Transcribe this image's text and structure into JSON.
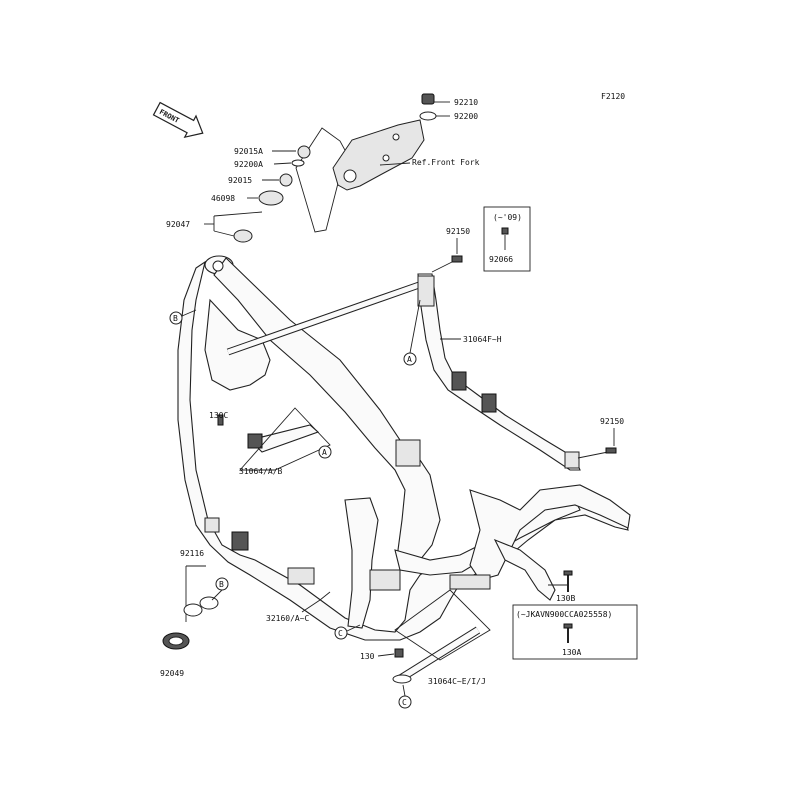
{
  "diagram_id": "F2120",
  "front_label": "FRONT",
  "ref_note": "Ref.Front Fork",
  "parts": {
    "p92210": "92210",
    "p92200": "92200",
    "p92015A": "92015A",
    "p92200A": "92200A",
    "p92015": "92015",
    "p46098": "46098",
    "p92047": "92047",
    "p92150_top": "92150",
    "p92066": "92066",
    "p31064FH": "31064F~H",
    "p92150_right": "92150",
    "p130C": "130C",
    "p31064AB": "31064/A/B",
    "p92116": "92116",
    "p92049": "92049",
    "p32160AC": "32160/A~C",
    "p130B": "130B",
    "p130": "130",
    "p31064CEIJ": "31064C~E/I/J",
    "p130A": "130A"
  },
  "applicability": {
    "until_09": "(~'09)",
    "until_vin": "(~JKAVN900CCA025558)"
  },
  "callouts": {
    "a": "A",
    "b": "B",
    "c": "C"
  }
}
